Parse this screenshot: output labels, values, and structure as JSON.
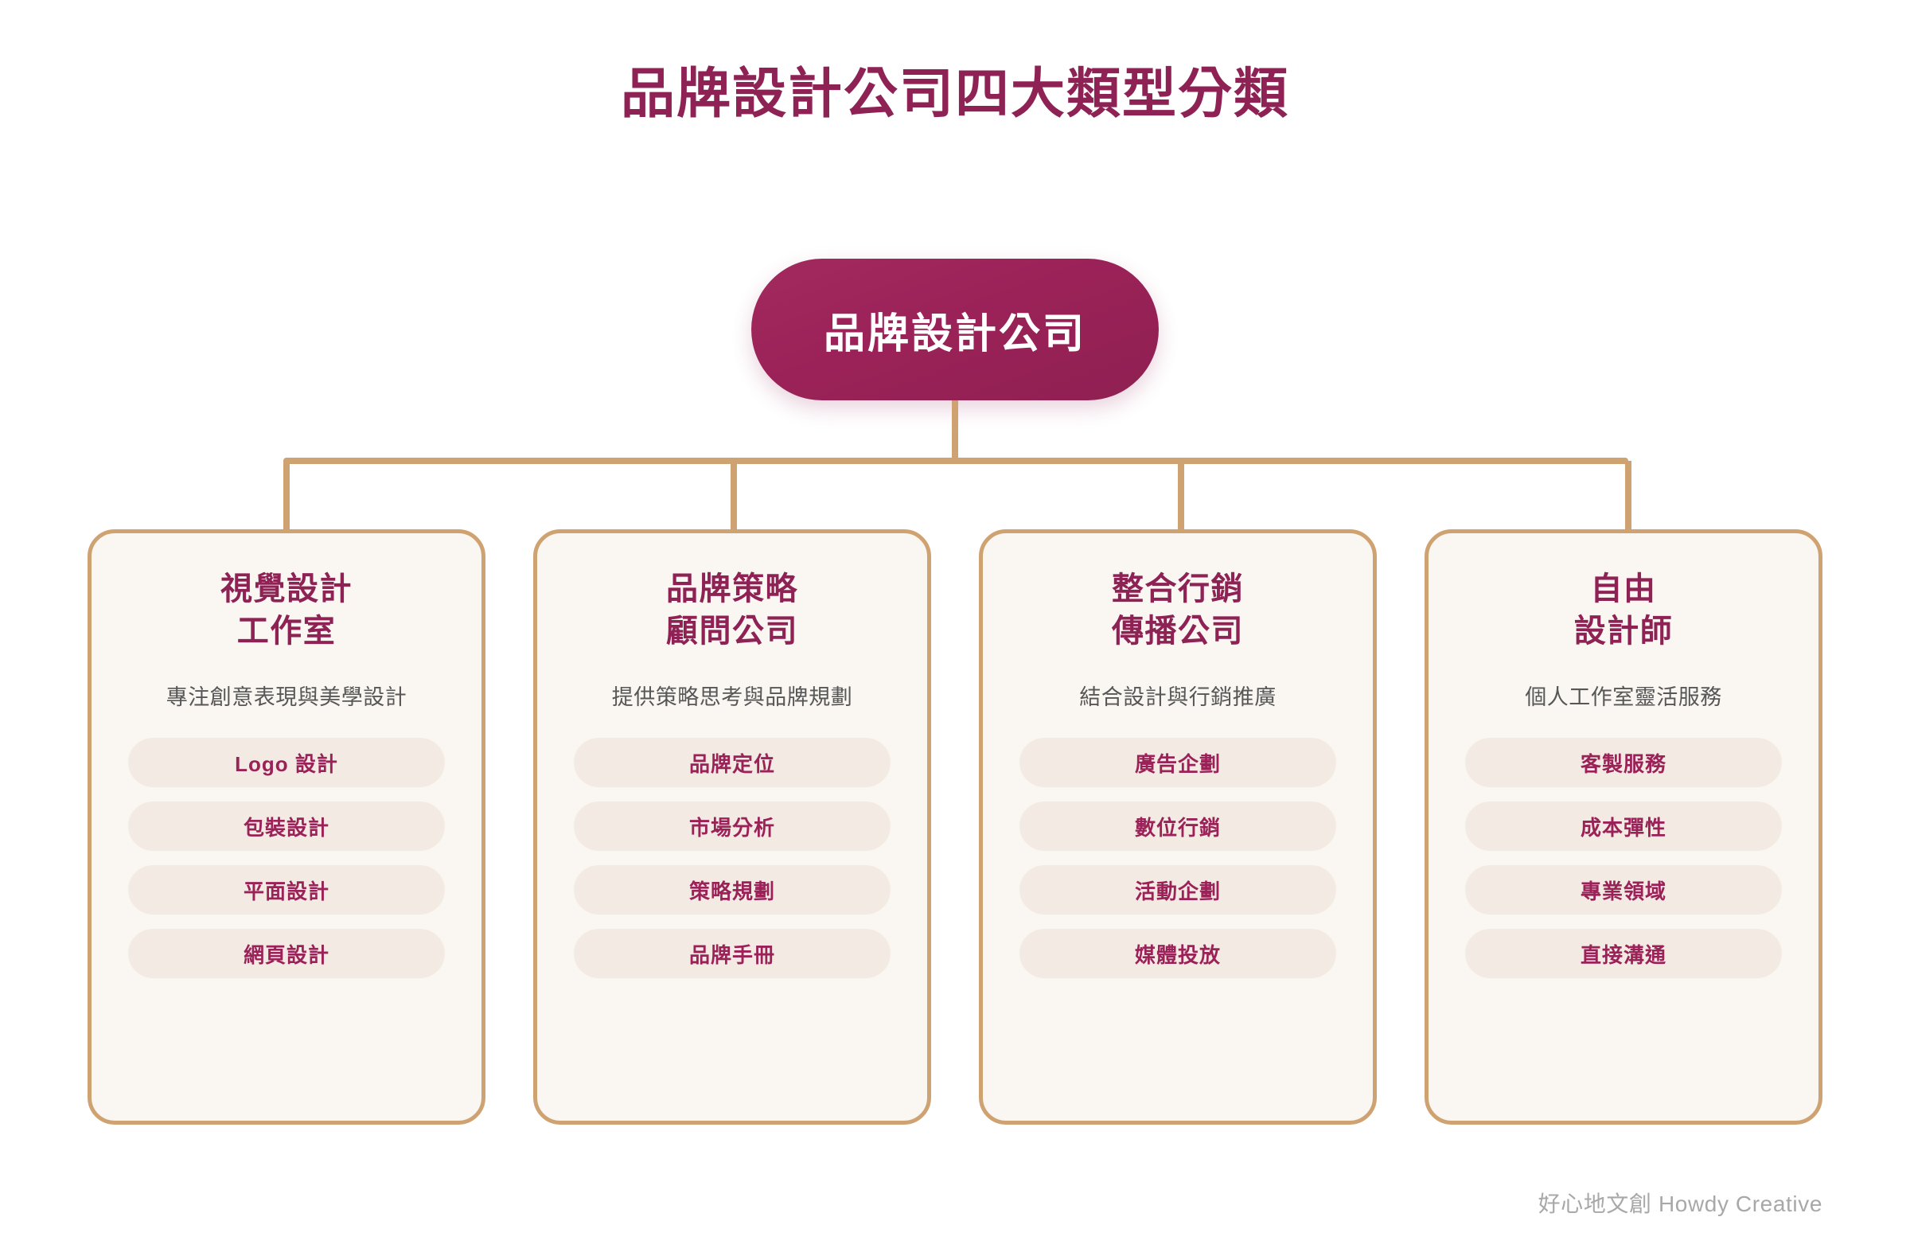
{
  "page": {
    "title": "品牌設計公司四大類型分類",
    "background_color": "#FFFFFF",
    "watermark": "好心地文創 Howdy Creative"
  },
  "theme": {
    "brand_wine": "#9B2258",
    "title_wine": "#8E2254",
    "connector_tan": "#CFA272",
    "card_fill": "#FAF6F2",
    "tag_fill": "#F3EBE3",
    "subtitle_gray": "#575757",
    "watermark_gray": "#A8A8A8"
  },
  "root": {
    "label": "品牌設計公司"
  },
  "branches": [
    {
      "heading": "視覺設計\n工作室",
      "subtitle": "專注創意表現與美學設計",
      "tags": [
        "Logo 設計",
        "包裝設計",
        "平面設計",
        "網頁設計"
      ]
    },
    {
      "heading": "品牌策略\n顧問公司",
      "subtitle": "提供策略思考與品牌規劃",
      "tags": [
        "品牌定位",
        "市場分析",
        "策略規劃",
        "品牌手冊"
      ]
    },
    {
      "heading": "整合行銷\n傳播公司",
      "subtitle": "結合設計與行銷推廣",
      "tags": [
        "廣告企劃",
        "數位行銷",
        "活動企劃",
        "媒體投放"
      ]
    },
    {
      "heading": "自由\n設計師",
      "subtitle": "個人工作室靈活服務",
      "tags": [
        "客製服務",
        "成本彈性",
        "專業領域",
        "直接溝通"
      ]
    }
  ]
}
